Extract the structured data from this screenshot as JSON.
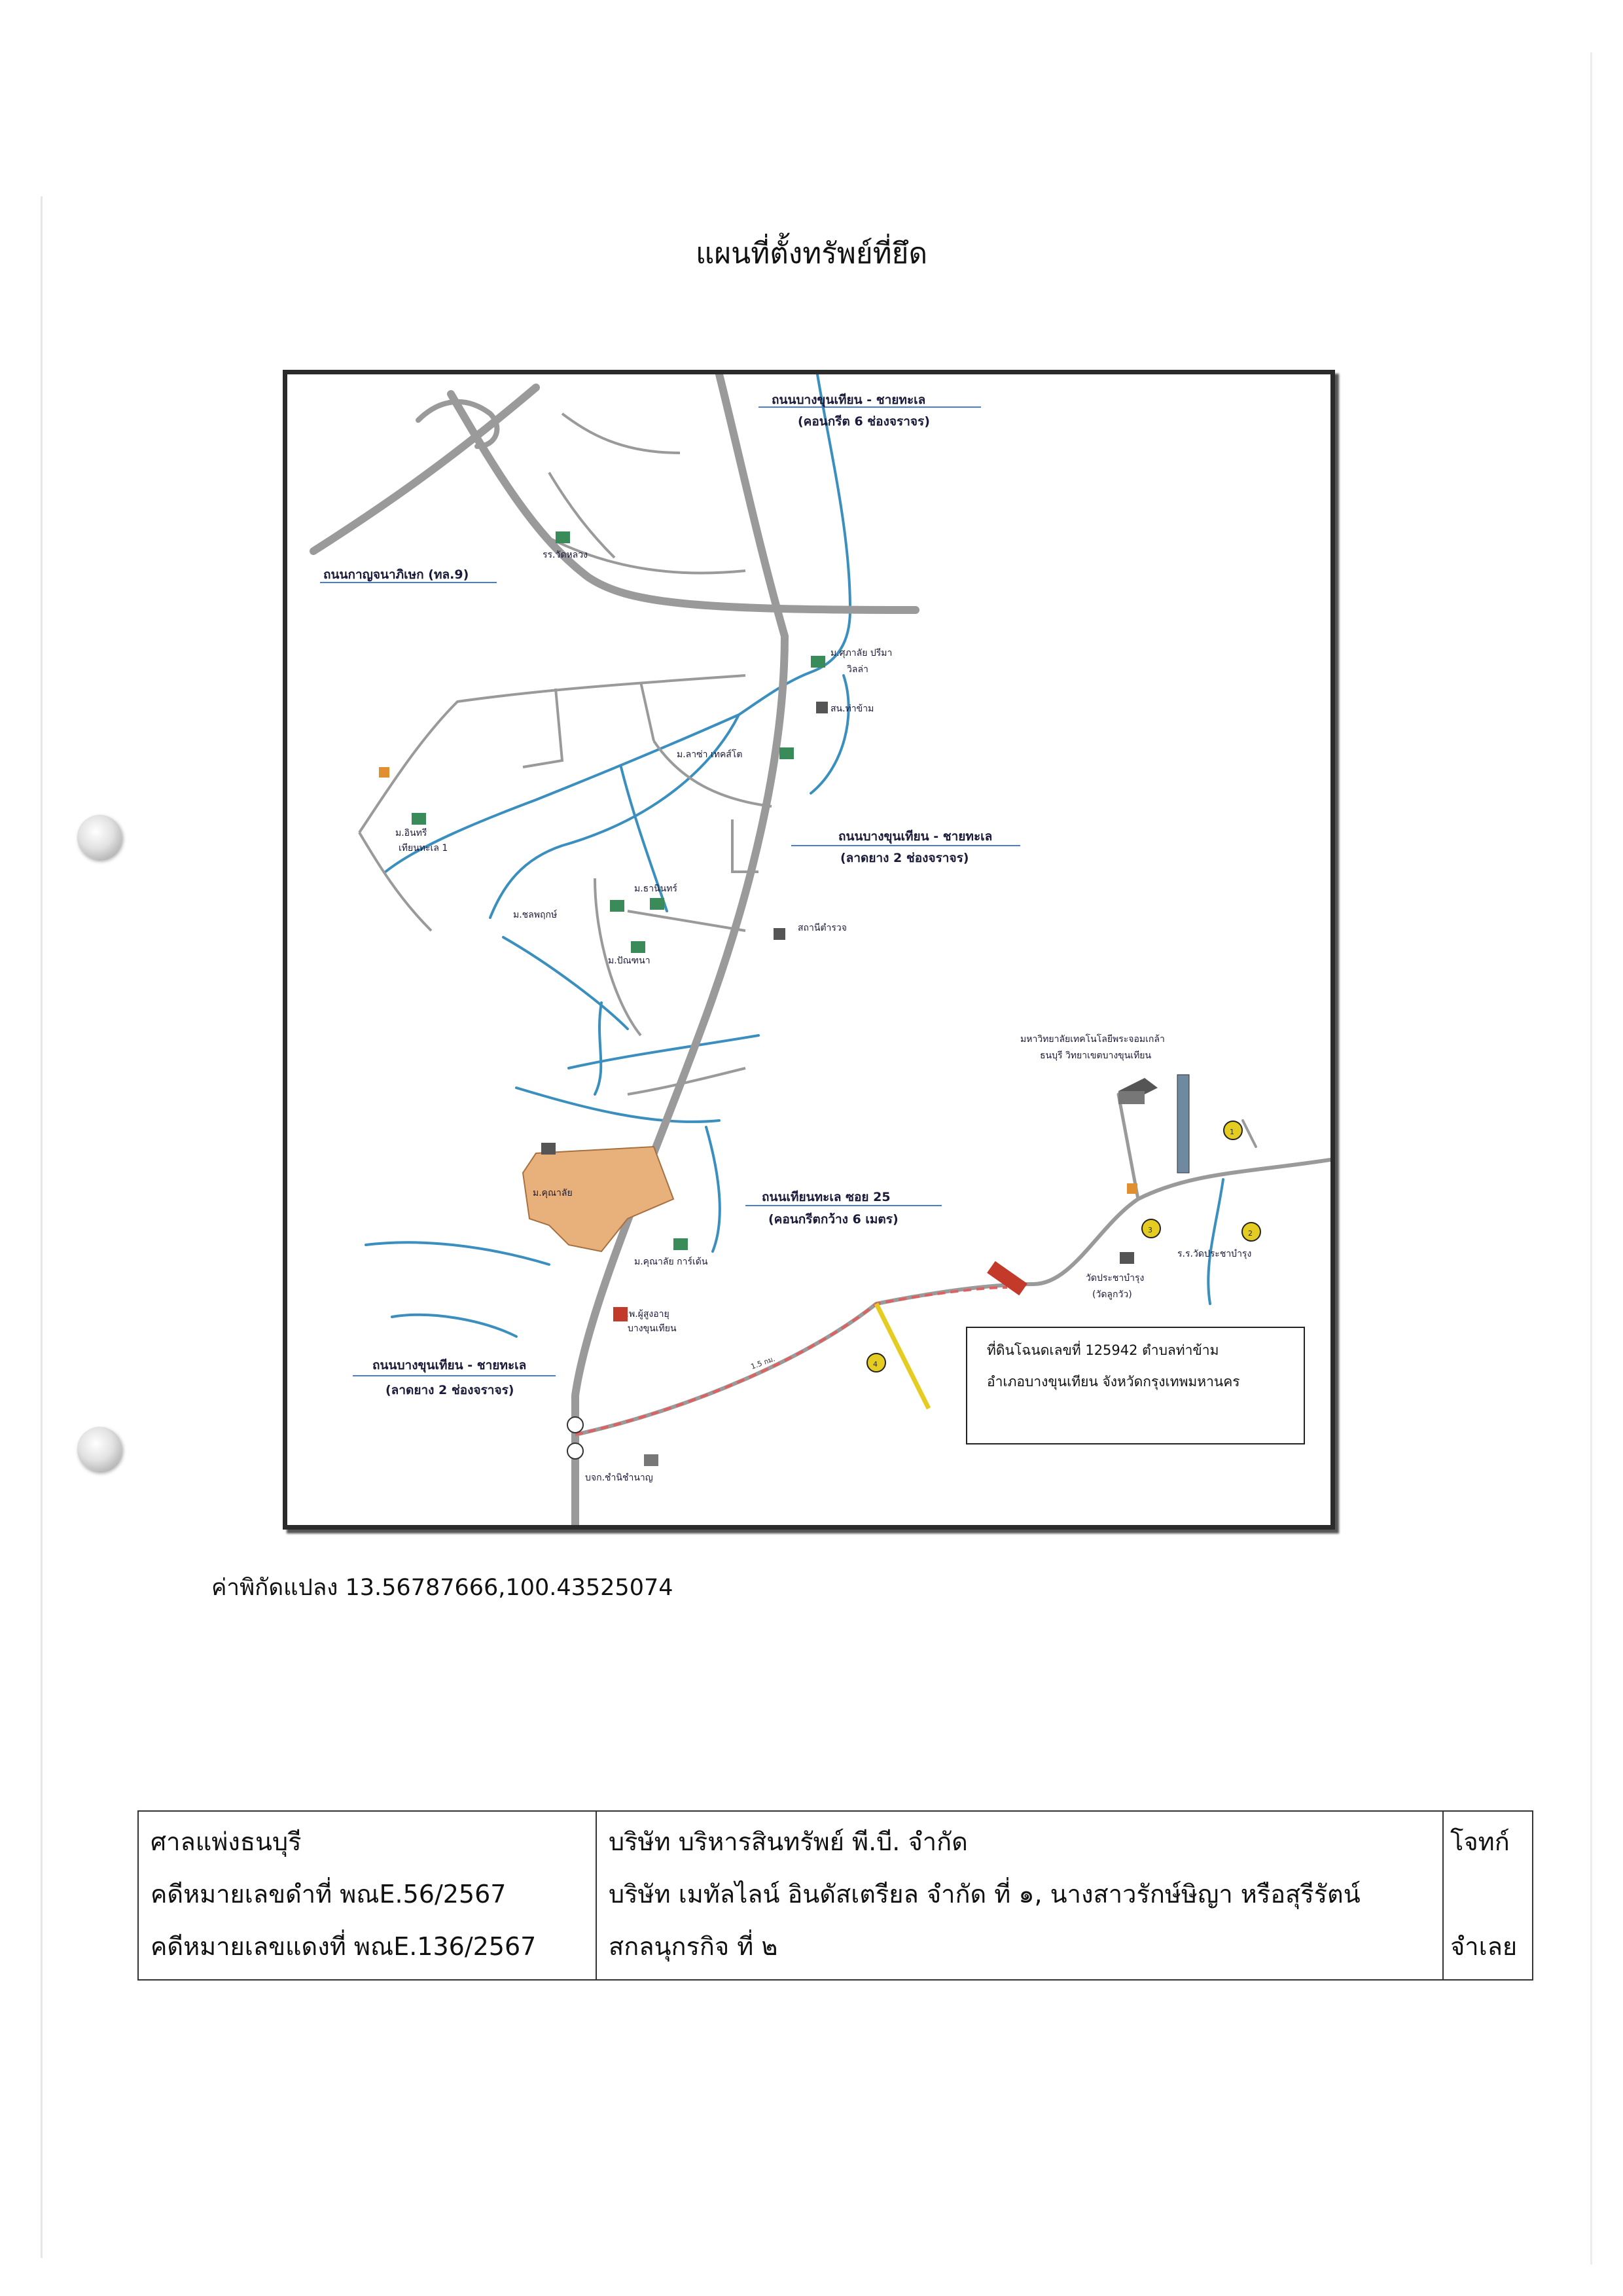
{
  "document": {
    "title": "แผนที่ตั้งทรัพย์ที่ยึด",
    "coordinates_text": "ค่าพิกัดแปลง 13.56787666,100.43525074"
  },
  "map": {
    "road_labels": [
      "ถนนบางขุนเทียน - ชายทะเล",
      "(คอนกรีต 6 ช่องจราจร)",
      "ถนนกาญจนาภิเษก (ทล.9)",
      "ถนนบางขุนเทียน - ชายทะเล",
      "(ลาดยาง 2 ช่องจราจร)",
      "ถนนเทียนทะเล ซอย 25",
      "(คอนกรีตกว้าง 6 เมตร)",
      "ถนนบางขุนเทียน - ชายทะเล",
      "(ลาดยาง 2 ช่องจราจร)"
    ],
    "place_labels": [
      "รร.วัดหลวง",
      "ม.ศุภาลัย ปรีมา",
      "วิลล่า",
      "สน.ท่าข้าม",
      "ม.ลาซ่า เทคส์โต",
      "ม.อินทรี",
      "เทียนทะเล 1",
      "ม.ธานินทร์",
      "ม.ชลพฤกษ์",
      "สถานีตำรวจ",
      "ม.ปัณฑนา",
      "ม.คุณาลัย",
      "ม.คุณาลัย การ์เด้น",
      "ร.พ.ผู้สูงอายุ",
      "บางขุนเทียน",
      "มหาวิทยาลัยเทคโนโลยีพระจอมเกล้า",
      "ธนบุรี วิทยาเขตบางขุนเทียน",
      "วัดประชาบำรุง",
      "(วัดลูกวัว)",
      "ร.ร.วัดประชาบำรุง",
      "บจก.ชำนิชำนาญ"
    ],
    "markers": [
      "1",
      "2",
      "3",
      "4"
    ],
    "distance_label": "1.5 กม.",
    "infobox_line1": "ที่ดินโฉนดเลขที่ 125942 ตำบลท่าข้าม",
    "infobox_line2": "อำเภอบางขุนเทียน จังหวัดกรุงเทพมหานคร"
  },
  "case_table": {
    "court": "ศาลแพ่งธนบุรี",
    "black_case": "คดีหมายเลขดำที่ พณE.56/2567",
    "red_case": "คดีหมายเลขแดงที่ พณE.136/2567",
    "plaintiff": "บริษัท บริหารสินทรัพย์ พี.บี. จำกัด",
    "defendant_line1": "บริษัท เมทัลไลน์ อินดัสเตรียล จำกัด ที่ ๑, นางสาวรักษ์ษิญา หรือสุรีรัตน์",
    "defendant_line2": "สกลนุกรกิจ ที่ ๒",
    "plaintiff_role": "โจทก์",
    "defendant_role": "จำเลย"
  },
  "colors": {
    "road_gray": "#9a9a9a",
    "river_blue": "#3a8fbf",
    "callout_blue": "#4a7fd0",
    "property_outline": "#d93030",
    "building_fill": "#e8b07a",
    "marker_yellow": "#e5cc20",
    "accent_red": "#c43a2a"
  }
}
